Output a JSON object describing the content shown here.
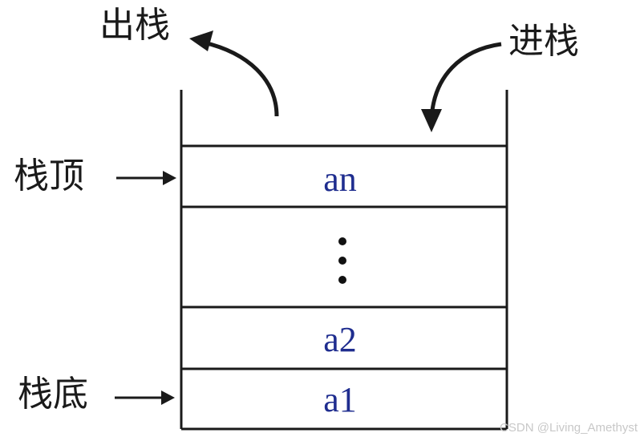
{
  "diagram": {
    "pop_label": "出栈",
    "push_label": "进栈",
    "top_label": "栈顶",
    "bottom_label": "栈底",
    "cells": [
      "an",
      "⋮",
      "a2",
      "a1"
    ],
    "line_color": "#1a1a1a",
    "element_color": "#1f2d8f"
  },
  "watermark": "CSDN @Living_Amethyst"
}
